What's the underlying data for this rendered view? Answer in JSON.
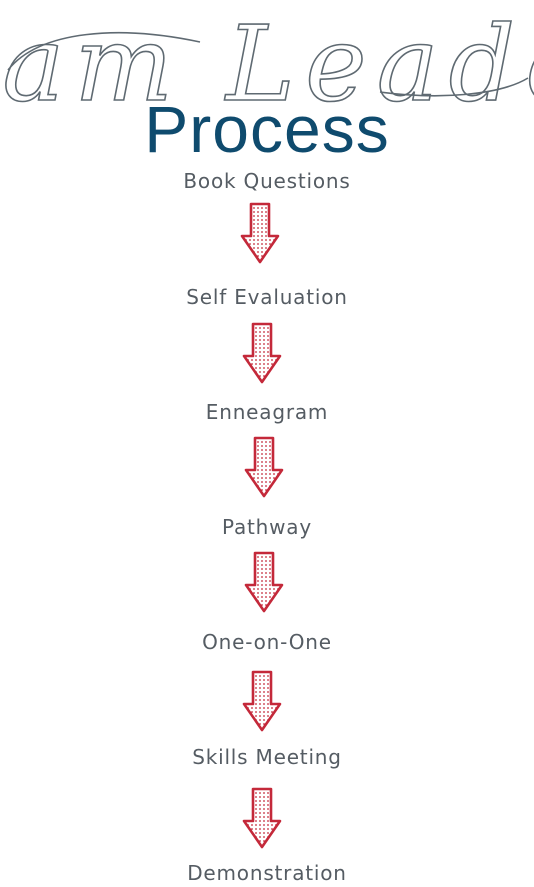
{
  "header": {
    "script_title": "Team Leader",
    "title": "Process"
  },
  "steps": [
    "Book Questions",
    "Self Evaluation",
    "Enneagram",
    "Pathway",
    "One-on-One",
    "Skills Meeting",
    "Demonstration"
  ],
  "colors": {
    "title": "#0f4b6e",
    "script": "#5f6a72",
    "step_text": "#555c63",
    "arrow_outline": "#c4293a",
    "arrow_dots": "#c4293a"
  },
  "icons": {
    "arrow": "down-arrow-icon"
  }
}
